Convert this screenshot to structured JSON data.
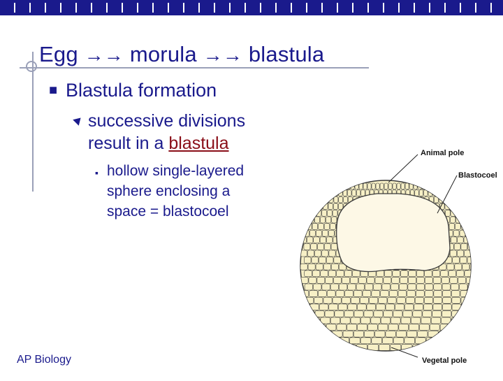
{
  "slide": {
    "title_parts": [
      "Egg",
      "morula",
      "blastula"
    ],
    "arrow_glyph": "→",
    "bullet_level1": "Blastula formation",
    "bullet_level2_line1": "successive divisions",
    "bullet_level2_line2_prefix": "result in a",
    "bullet_level2_highlight": "blastula",
    "bullet_level3_lines": [
      "hollow single-layered",
      "sphere enclosing a",
      "space = blastocoel"
    ],
    "footer": "AP Biology"
  },
  "figure": {
    "labels": {
      "animal_pole": "Animal pole",
      "blastocoel": "Blastocoel",
      "vegetal_pole": "Vegetal pole"
    },
    "colors": {
      "cells": "#f7f0c6",
      "cell_border": "#3a3a3a",
      "cavity": "#fdf8e6"
    }
  },
  "theme": {
    "text_color": "#1a1a8c",
    "highlight_color": "#8a0e18",
    "bar_color": "#1a1a8c"
  }
}
